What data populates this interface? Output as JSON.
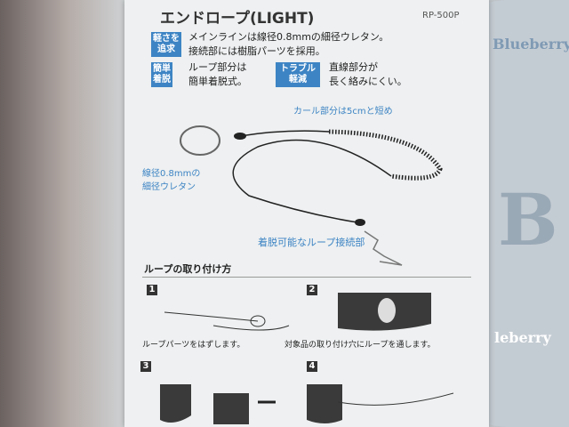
{
  "background": {
    "brand_text": "Blueberry",
    "brand_text_lower": "leberry",
    "brand_initial": "B"
  },
  "card": {
    "title": "エンドロープ(LIGHT)",
    "model": "RP-500P",
    "features": [
      {
        "badge": [
          "軽さを",
          "追求"
        ],
        "lines": [
          "メインラインは線径0.8mmの細径ウレタン。",
          "接続部には樹脂パーツを採用。"
        ]
      },
      {
        "badge": [
          "簡単",
          "着脱"
        ],
        "lines": [
          "ループ部分は",
          "簡単着脱式。"
        ]
      },
      {
        "badge": [
          "トラブル",
          "軽減"
        ],
        "lines": [
          "直線部分が",
          "長く絡みにくい。"
        ]
      }
    ],
    "diagram": {
      "curl_label": "カール部分は5cmと短め",
      "line_label": [
        "線径0.8mmの",
        "細径ウレタン"
      ],
      "loop_label": "着脱可能なループ接続部"
    },
    "howto": {
      "heading": "ループの取り付け方",
      "steps": [
        {
          "num": "1",
          "caption": "ループパーツをはずします。"
        },
        {
          "num": "2",
          "caption": "対象品の取り付け穴にループを通します。"
        },
        {
          "num": "3",
          "caption": ""
        },
        {
          "num": "4",
          "caption": ""
        }
      ]
    }
  },
  "colors": {
    "accent": "#3d84c4"
  }
}
